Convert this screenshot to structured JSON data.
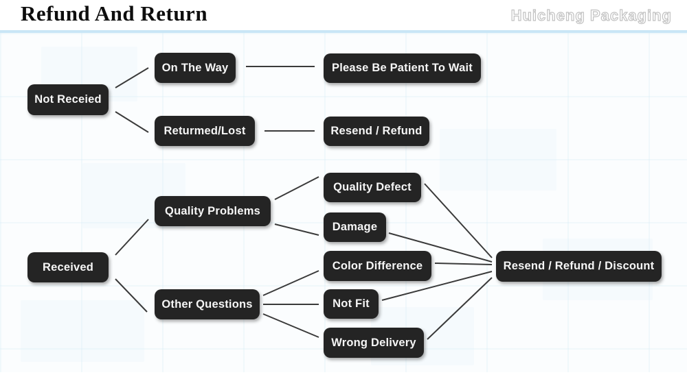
{
  "header": {
    "title": "Refund And Return",
    "watermark": "Huicheng Packaging"
  },
  "diagram": {
    "nodes": {
      "not_received": {
        "label": "Not Receied"
      },
      "on_the_way": {
        "label": "On The Way"
      },
      "please_wait": {
        "label": "Please Be Patient To Wait"
      },
      "returned_lost": {
        "label": "Returmed/Lost"
      },
      "resend_refund": {
        "label": "Resend / Refund"
      },
      "received": {
        "label": "Received"
      },
      "quality_problems": {
        "label": "Quality Problems"
      },
      "quality_defect": {
        "label": "Quality Defect"
      },
      "damage": {
        "label": "Damage"
      },
      "other_questions": {
        "label": "Other Questions"
      },
      "color_difference": {
        "label": "Color Difference"
      },
      "not_fit": {
        "label": "Not Fit"
      },
      "wrong_delivery": {
        "label": "Wrong Delivery"
      },
      "resend_refund_discount": {
        "label": "Resend / Refund / Discount"
      }
    },
    "edges": [
      [
        "Not Receied",
        "On The Way"
      ],
      [
        "Not Receied",
        "Returmed/Lost"
      ],
      [
        "On The Way",
        "Please Be Patient To Wait"
      ],
      [
        "Returmed/Lost",
        "Resend / Refund"
      ],
      [
        "Received",
        "Quality Problems"
      ],
      [
        "Received",
        "Other Questions"
      ],
      [
        "Quality Problems",
        "Quality Defect"
      ],
      [
        "Quality Problems",
        "Damage"
      ],
      [
        "Other Questions",
        "Color Difference"
      ],
      [
        "Other Questions",
        "Not Fit"
      ],
      [
        "Other Questions",
        "Wrong Delivery"
      ],
      [
        "Quality Defect",
        "Resend / Refund / Discount"
      ],
      [
        "Damage",
        "Resend / Refund / Discount"
      ],
      [
        "Color Difference",
        "Resend / Refund / Discount"
      ],
      [
        "Not Fit",
        "Resend / Refund / Discount"
      ],
      [
        "Wrong Delivery",
        "Resend / Refund / Discount"
      ]
    ],
    "colors": {
      "node_bg": "#242424",
      "node_text": "#f6f6f6",
      "edge": "#3a3a3a",
      "header_rule": "#c9e6f6",
      "canvas_bg": "#fbfdfe"
    }
  }
}
